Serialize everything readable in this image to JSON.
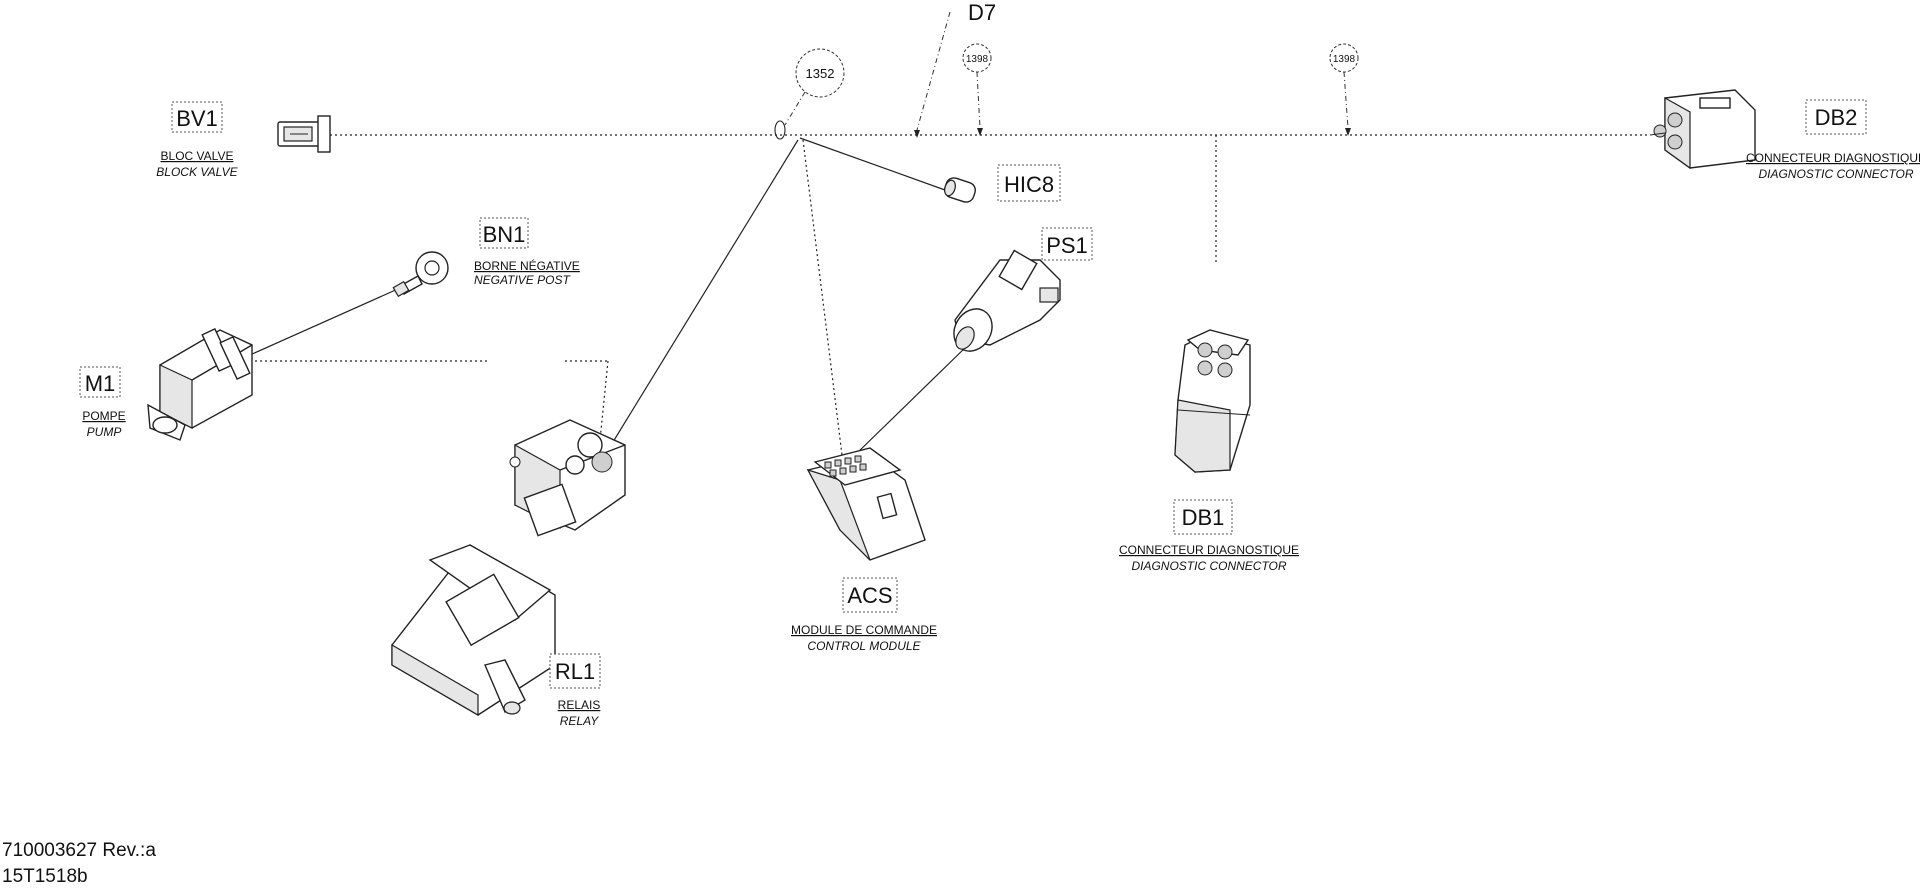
{
  "callouts": {
    "d7": "D7",
    "c1352": "1352",
    "c1398a": "1398",
    "c1398b": "1398"
  },
  "components": {
    "bv1": {
      "ref": "BV1",
      "fr": "BLOC VALVE",
      "en": "BLOCK VALVE"
    },
    "bn1": {
      "ref": "BN1",
      "fr": "BORNE NÉGATIVE",
      "en": "NEGATIVE POST"
    },
    "m1": {
      "ref": "M1",
      "fr": "POMPE",
      "en": "PUMP"
    },
    "hic8": {
      "ref": "HIC8"
    },
    "ps1": {
      "ref": "PS1"
    },
    "acs": {
      "ref": "ACS",
      "fr": "MODULE DE COMMANDE",
      "en": "CONTROL MODULE"
    },
    "rl1": {
      "ref": "RL1",
      "fr": "RELAIS",
      "en": "RELAY"
    },
    "db1": {
      "ref": "DB1",
      "fr": "CONNECTEUR DIAGNOSTIQUE",
      "en": "DIAGNOSTIC CONNECTOR"
    },
    "db2": {
      "ref": "DB2",
      "fr": "CONNECTEUR DIAGNOSTIQUE",
      "en": "DIAGNOSTIC CONNECTOR"
    }
  },
  "footer": {
    "part_number": "710003627 Rev.:a",
    "drawing_code": "15T1518b"
  }
}
